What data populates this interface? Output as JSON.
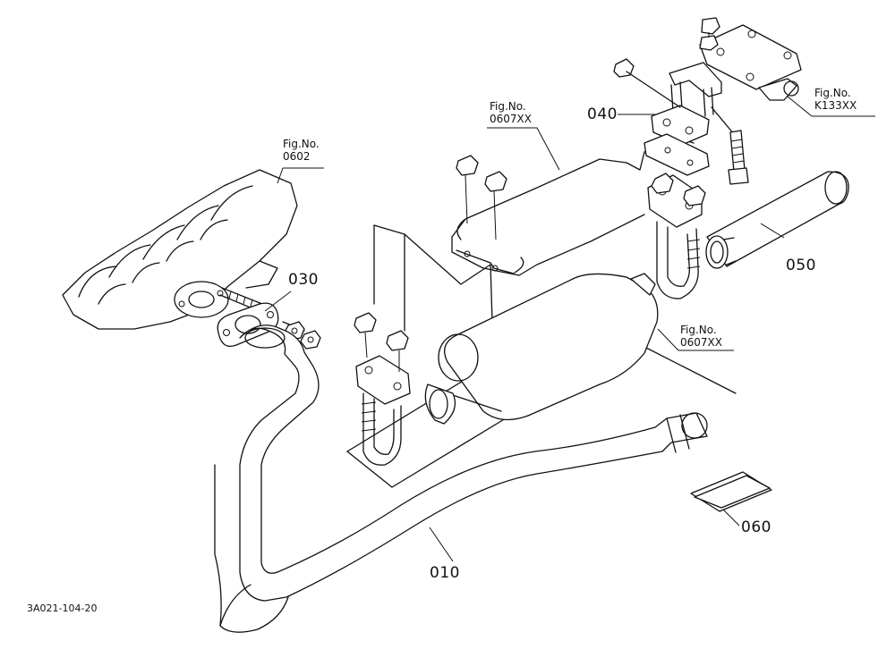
{
  "labels": {
    "fig_manifold": {
      "l1": "Fig.No.",
      "l2": "0602"
    },
    "fig_muffler_upper": {
      "l1": "Fig.No.",
      "l2": "0607XX"
    },
    "fig_muffler_lower": {
      "l1": "Fig.No.",
      "l2": "0607XX"
    },
    "fig_frame": {
      "l1": "Fig.No.",
      "l2": "K133XX"
    },
    "p010": "010",
    "p030": "030",
    "p040": "040",
    "p050": "050",
    "p060": "060",
    "drawing_code": "3A021-104-20"
  }
}
